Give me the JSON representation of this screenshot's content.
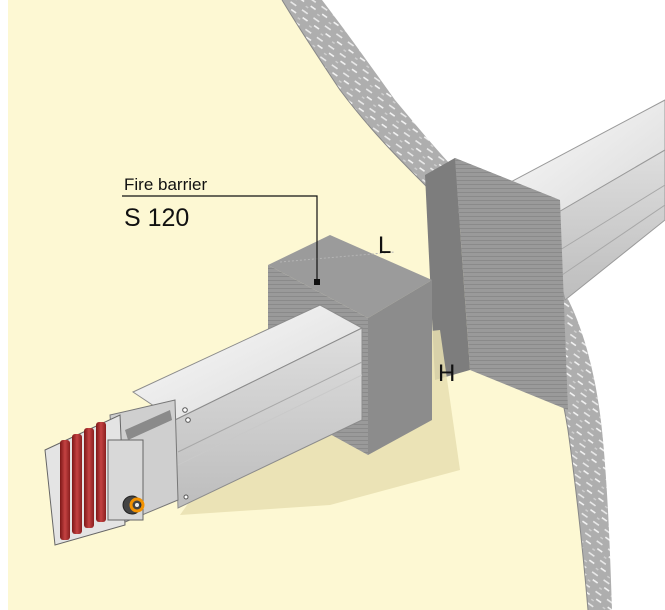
{
  "labels": {
    "caption_line1": "Fire barrier",
    "caption_line2": "S 120",
    "length": "L",
    "height": "H"
  },
  "colors": {
    "background": "#fdf8d3",
    "wall_fill": "#b9b9b9",
    "barrier_block": "#8e8e8e",
    "busway_steel": "#e6e6e6",
    "insulator_red": "#a52a2a",
    "accent_orange": "#f39200"
  },
  "icons": [
    "busway-trunking",
    "fire-barrier-block",
    "wall-penetration",
    "end-feed-unit"
  ]
}
